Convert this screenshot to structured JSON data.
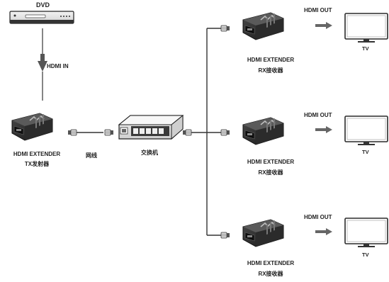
{
  "source": {
    "device_label": "DVD",
    "link_label": "HDMI IN"
  },
  "transmitter": {
    "name": "HDMI EXTENDER",
    "subname": "TX发射器"
  },
  "cable": {
    "label": "网线"
  },
  "switch": {
    "label": "交换机"
  },
  "receivers": [
    {
      "name": "HDMI EXTENDER",
      "subname": "RX接收器",
      "out_label": "HDMI OUT",
      "display_label": "TV"
    },
    {
      "name": "HDMI EXTENDER",
      "subname": "RX接收器",
      "out_label": "HDMI OUT",
      "display_label": "TV"
    },
    {
      "name": "HDMI EXTENDER",
      "subname": "RX接收器",
      "out_label": "HDMI OUT",
      "display_label": "TV"
    }
  ],
  "colors": {
    "line": "#333333",
    "arrow": "#555555",
    "device_dark": "#2a2a2a"
  }
}
